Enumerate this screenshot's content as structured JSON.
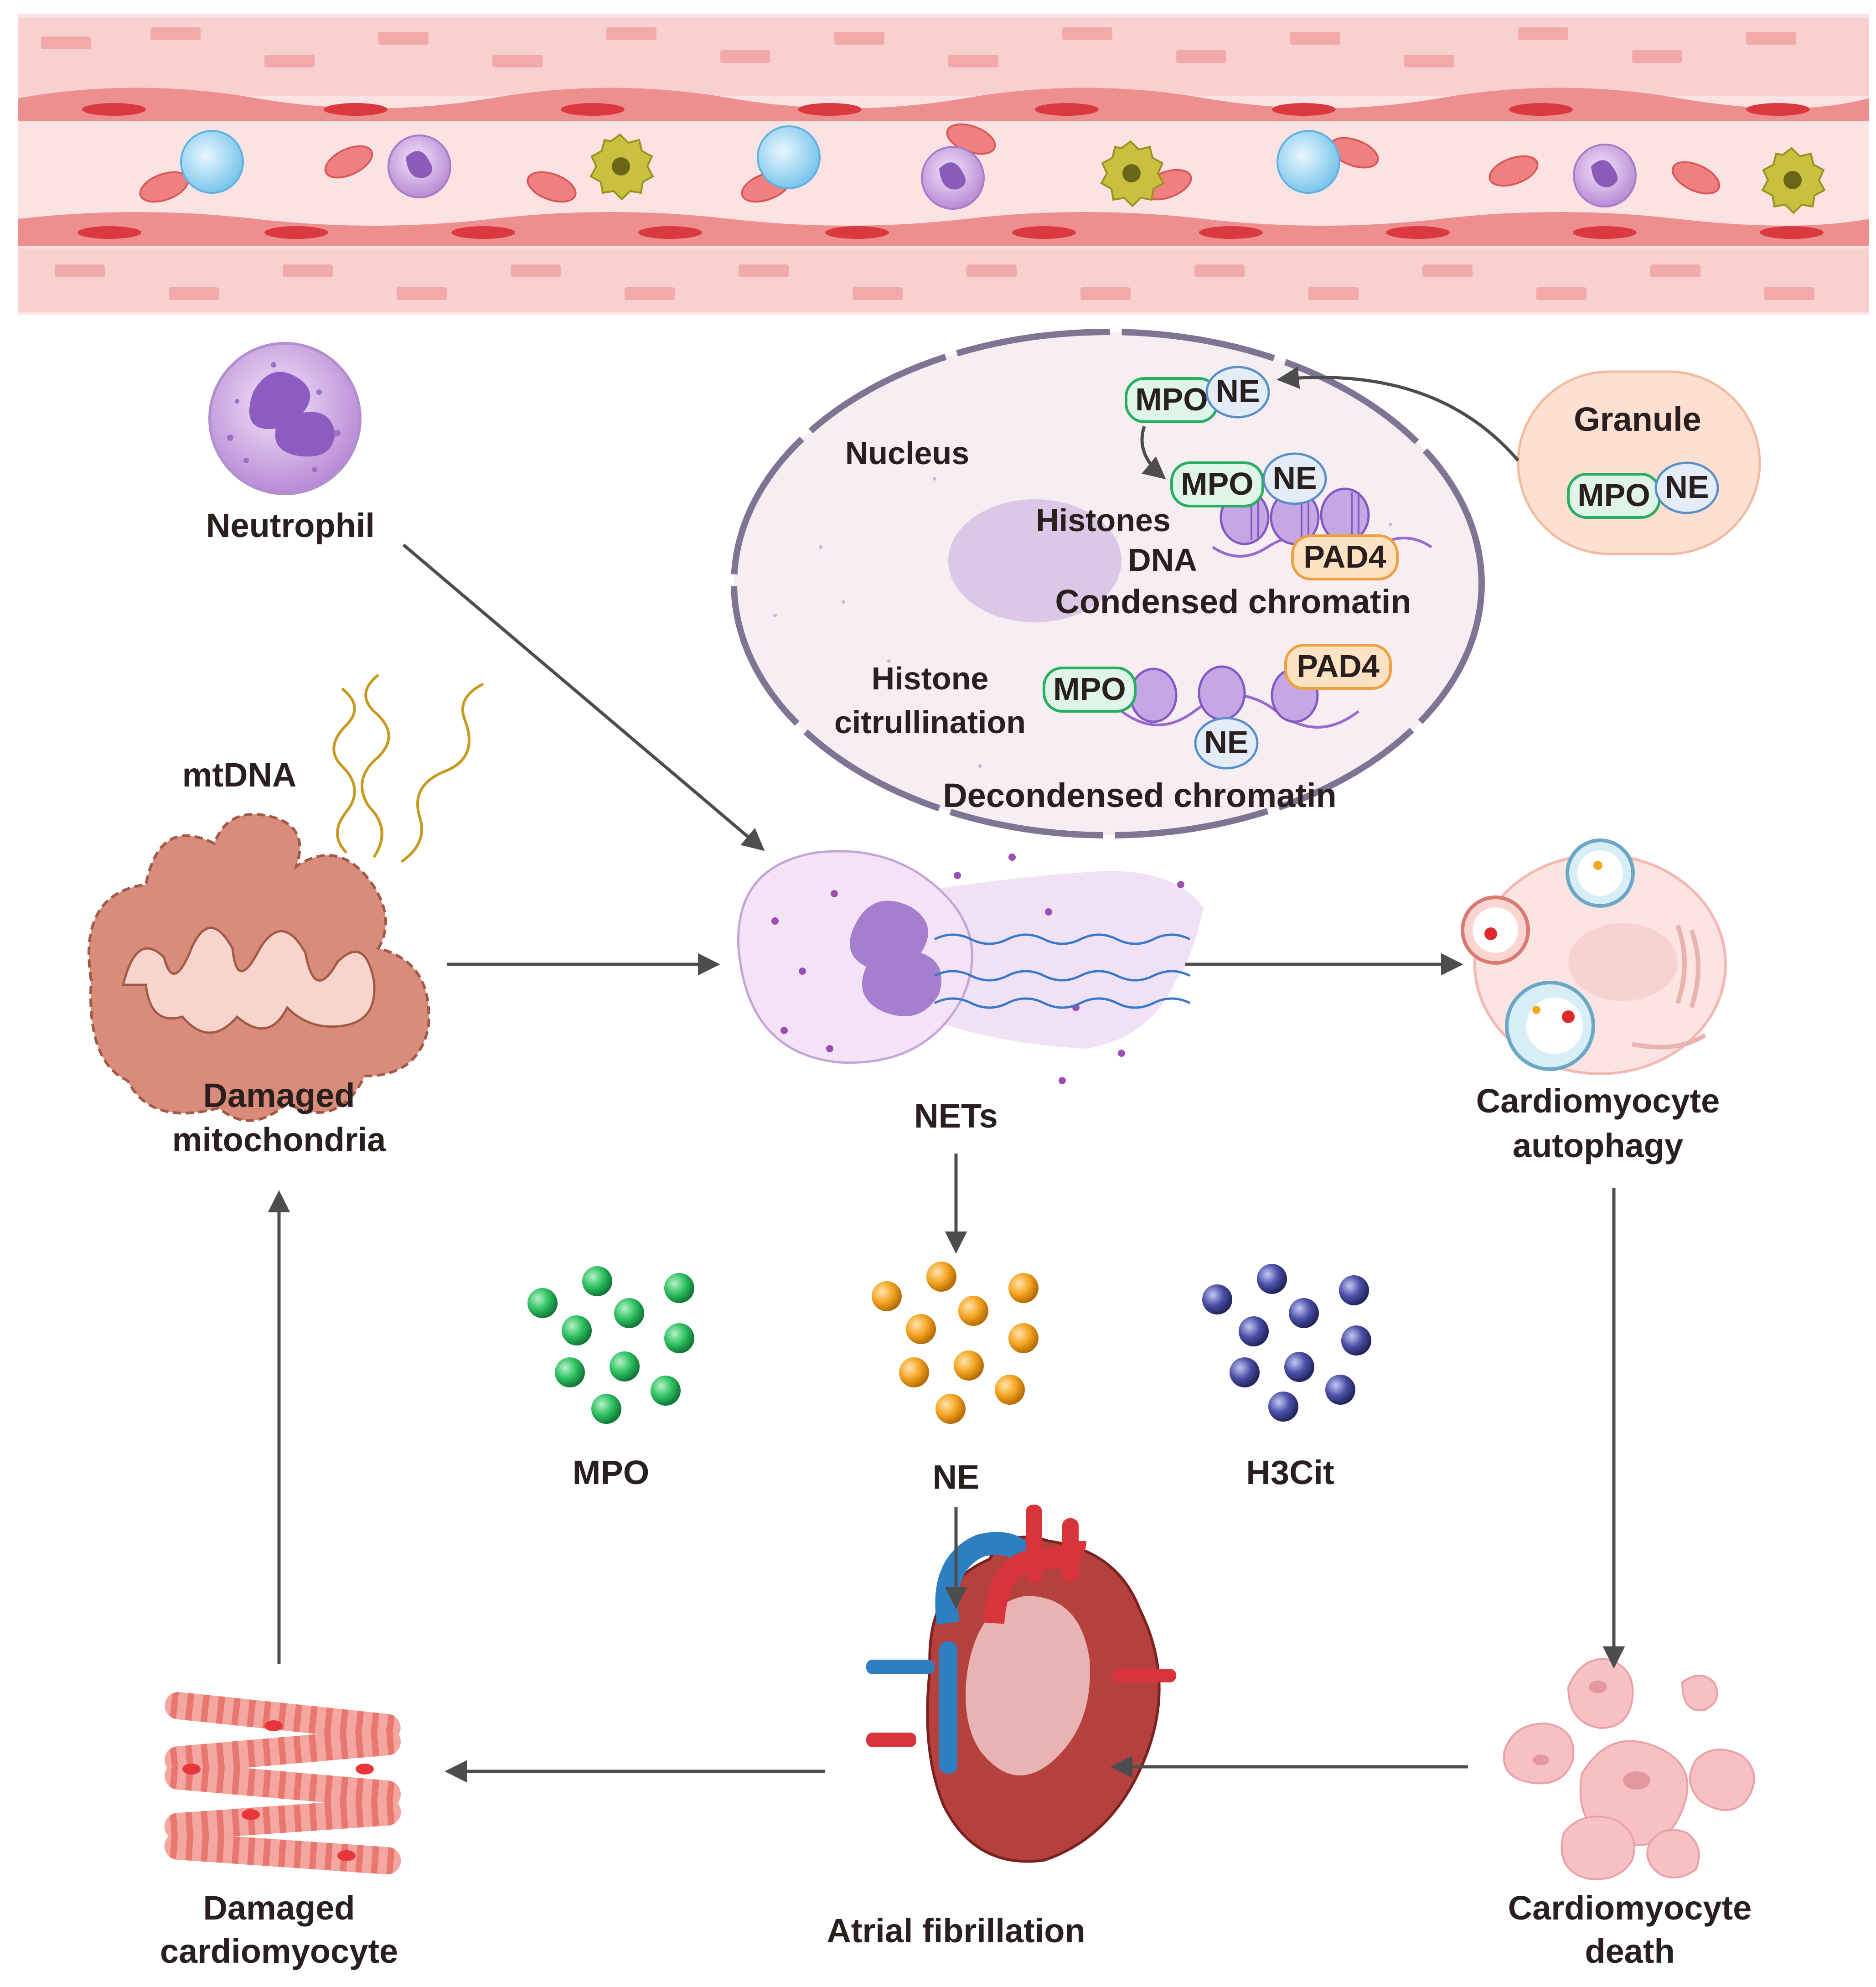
{
  "labels": {
    "neutrophil": "Neutrophil",
    "nucleus": "Nucleus",
    "granule": "Granule",
    "histones": "Histones",
    "dna": "DNA",
    "condensed": "Condensed chromatin",
    "histone_cit_1": "Histone",
    "histone_cit_2": "citrullination",
    "decondensed": "Decondensed chromatin",
    "mtdna": "mtDNA",
    "damaged_mito_1": "Damaged",
    "damaged_mito_2": "mitochondria",
    "nets": "NETs",
    "cardio_autophagy_1": "Cardiomyocyte",
    "cardio_autophagy_2": "autophagy",
    "mpo": "MPO",
    "ne": "NE",
    "h3cit": "H3Cit",
    "atrial_fib": "Atrial fibrillation",
    "damaged_cardio_1": "Damaged",
    "damaged_cardio_2": "cardiomyocyte",
    "cardio_death_1": "Cardiomyocyte",
    "cardio_death_2": "death"
  },
  "pills": {
    "mpo": "MPO",
    "ne": "NE",
    "pad4": "PAD4"
  },
  "colors": {
    "arrow": "#4d4d4d",
    "mpo_green": "#22b85a",
    "ne_orange": "#f5a623",
    "h3cit_blue": "#3a3f8f",
    "neutrophil": "#c9a3e0",
    "mito": "#d98c7a",
    "vessel": "#f6c6c6",
    "granule": "#fde0d2"
  }
}
